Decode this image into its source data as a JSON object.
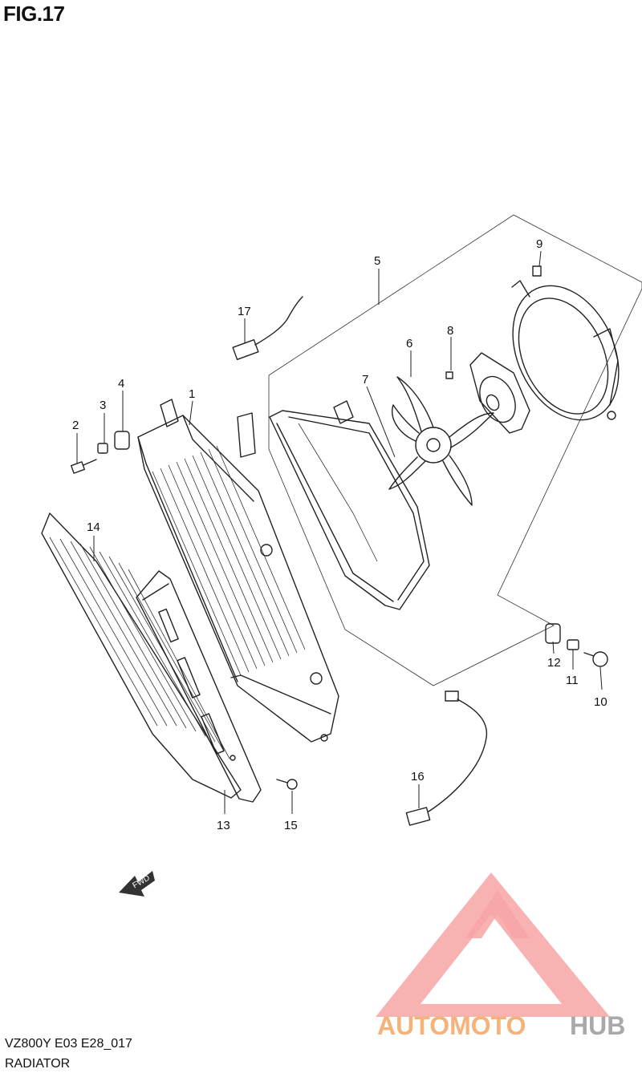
{
  "header": {
    "figure_label": "FIG.17"
  },
  "callouts": [
    "1",
    "2",
    "3",
    "4",
    "5",
    "6",
    "7",
    "8",
    "9",
    "10",
    "11",
    "12",
    "13",
    "14",
    "15",
    "16",
    "17"
  ],
  "fwd_label": "FWD",
  "watermark": {
    "text_primary": "AUTOMOTO",
    "text_secondary": "HUB",
    "color_primary": "#f5b27a",
    "color_secondary": "#a9a9a9",
    "logo_color": "#f28b8b"
  },
  "footer": {
    "model_code": "VZ800Y E03 E28_017",
    "section_name": "RADIATOR"
  }
}
